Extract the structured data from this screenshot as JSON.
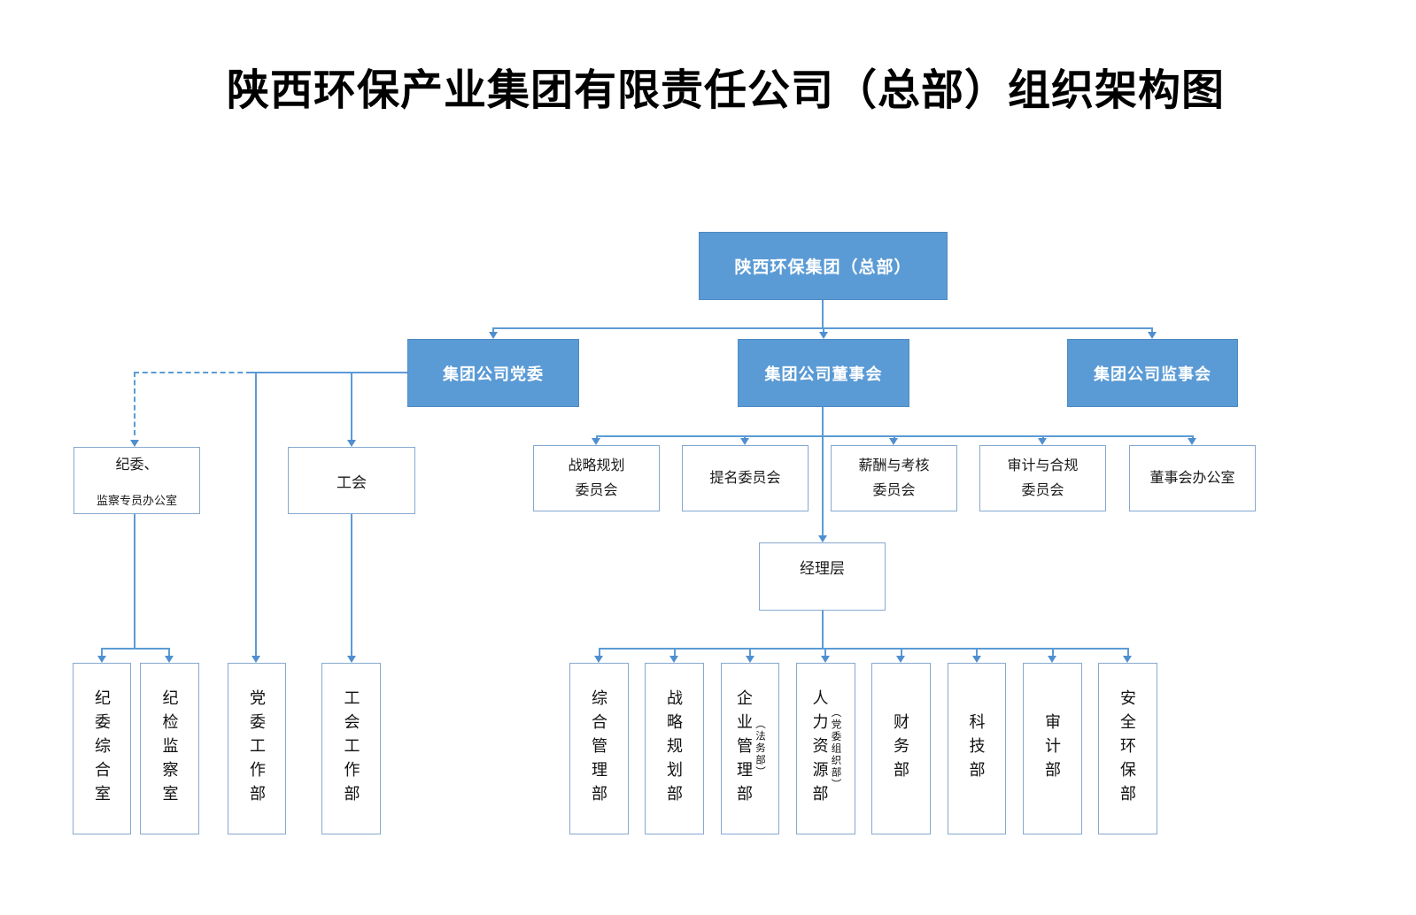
{
  "title": "陕西环保产业集团有限责任公司（总部）组织架构图",
  "root": {
    "label": "陕西环保集团（总部）"
  },
  "level2": [
    {
      "label": "集团公司党委"
    },
    {
      "label": "集团公司董事会"
    },
    {
      "label": "集团公司监事会"
    }
  ],
  "party": {
    "jiwei": {
      "line1": "纪委、",
      "line2": "监察专员办公室"
    },
    "gonghui": {
      "label": "工会"
    },
    "offices": [
      {
        "label": "纪委综合室"
      },
      {
        "label": "纪检监察室"
      },
      {
        "label": "党委工作部"
      },
      {
        "label": "工会工作部"
      }
    ]
  },
  "committees": [
    {
      "line1": "战略规划",
      "line2": "委员会"
    },
    {
      "line1": "提名委员会",
      "line2": ""
    },
    {
      "line1": "薪酬与考核",
      "line2": "委员会"
    },
    {
      "line1": "审计与合规",
      "line2": "委员会"
    },
    {
      "line1": "董事会办公室",
      "line2": ""
    }
  ],
  "management": {
    "label": "经理层"
  },
  "departments": [
    {
      "name": "综合管理部",
      "annotation": ""
    },
    {
      "name": "战略规划部",
      "annotation": ""
    },
    {
      "name": "企业管理部",
      "annotation": "（法务部）"
    },
    {
      "name": "人力资源部",
      "annotation": "（党委组织部）"
    },
    {
      "name": "财务部",
      "annotation": ""
    },
    {
      "name": "科技部",
      "annotation": ""
    },
    {
      "name": "审计部",
      "annotation": ""
    },
    {
      "name": "安全环保部",
      "annotation": ""
    }
  ],
  "colors": {
    "node_fill": "#5B9BD5",
    "connector": "#5B9BD5",
    "box_border": "#85A9CF"
  }
}
